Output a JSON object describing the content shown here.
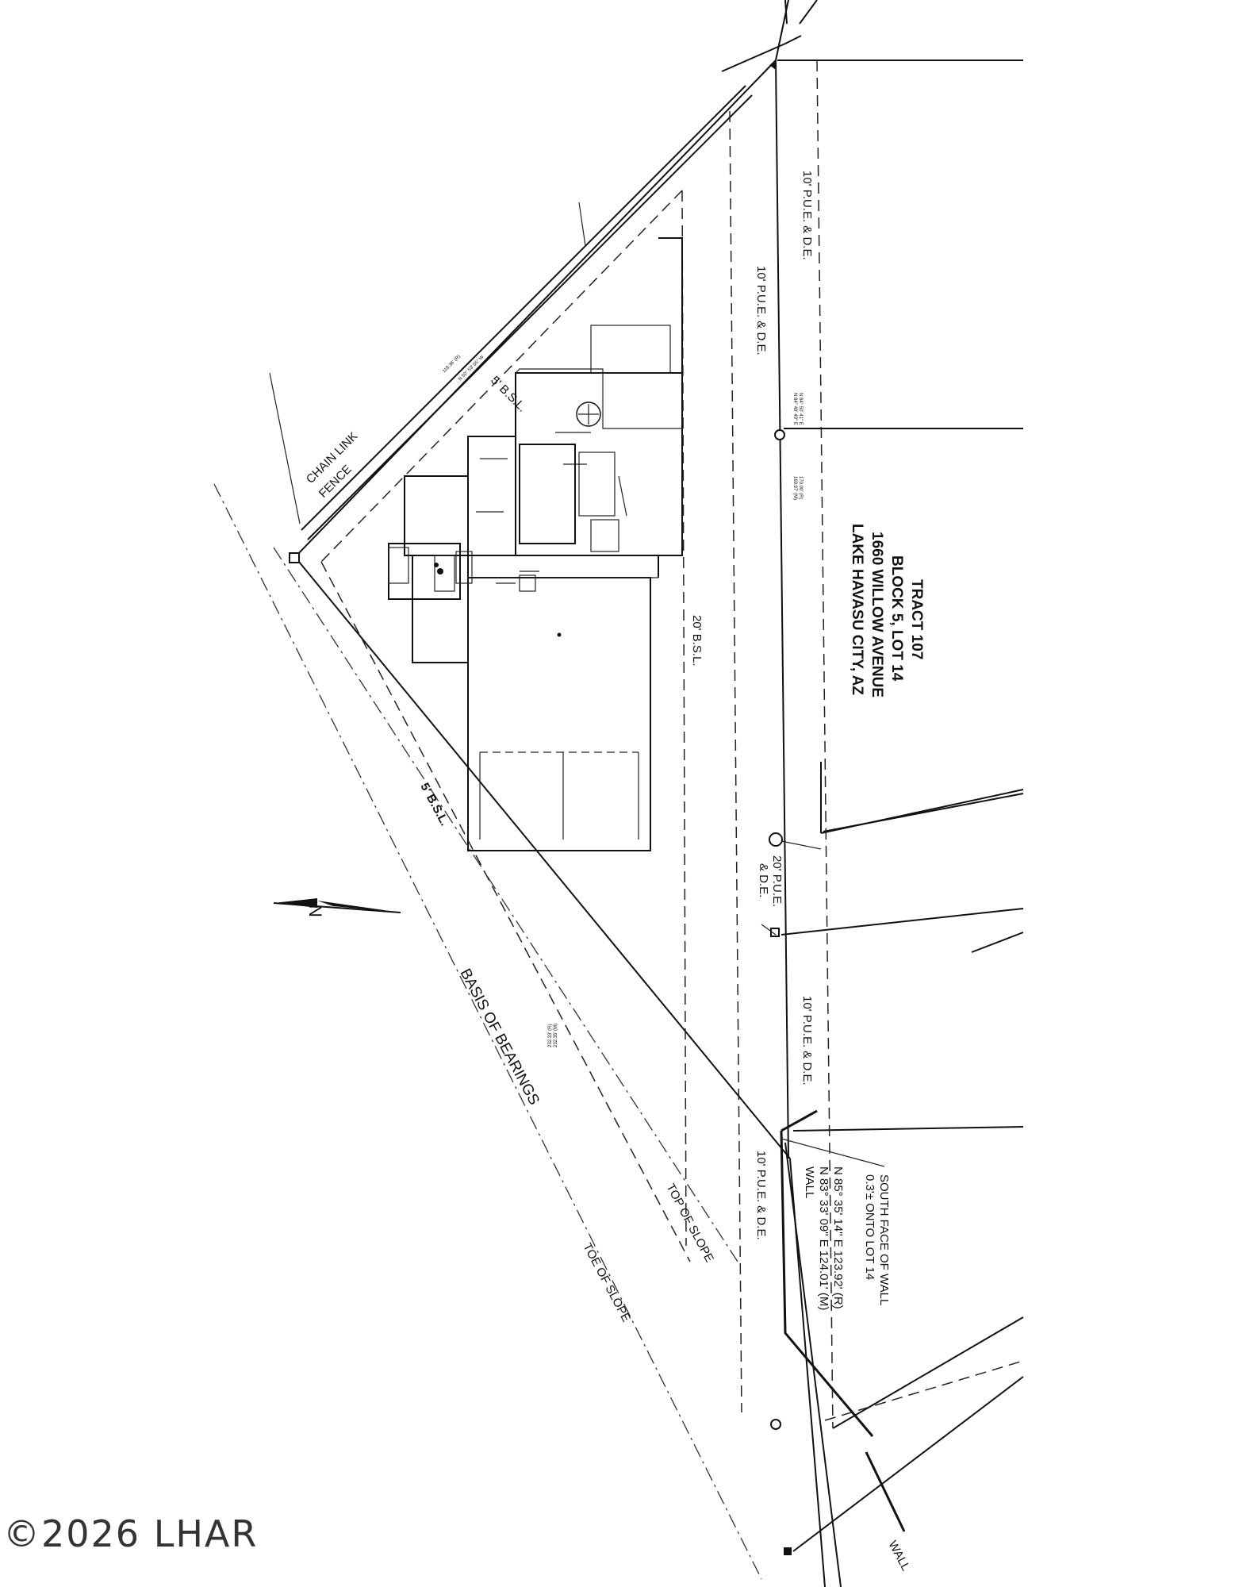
{
  "lot_info": {
    "tract": "TRACT 107",
    "block_lot": "BLOCK 5, LOT 14",
    "address": "1660 WILLOW AVENUE",
    "city": "LAKE HAVASU CITY, AZ"
  },
  "labels": {
    "pue_top_right": "10' P.U.E. & D.E.",
    "pue_top_left": "10' P.U.E. & D.E.",
    "pue_mid_right": "10' P.U.E. & D.E.",
    "pue_bottom_left": "10' P.U.E. & D.E.",
    "pue_20_line1": "20' P.U.E.",
    "pue_20_line2": "& D.E.",
    "bsl_20": "20' B.S.L.",
    "bsl_5_top": "5' B.S.L.",
    "bsl_5_left": "5' B.S.L.",
    "chain_link_line1": "CHAIN LINK",
    "chain_link_line2": "FENCE",
    "basis_of_bearings": "BASIS OF BEARINGS",
    "top_of_slope": "TOP OF SLOPE",
    "toe_of_slope": "TOE OF SLOPE",
    "wall_south_face_line1": "SOUTH FACE OF WALL",
    "wall_south_face_line2": "0.3'± ONTO LOT 14",
    "bearing_r": "N 85° 35' 14\" E  123.92' (R)",
    "bearing_m": "N 83° 33' 09\" E  124.01' (M)",
    "wall_label": "WALL",
    "wall_bottom": "WALL",
    "small_dim_1": "N 84° 50' 41\" E",
    "small_dim_2": "N 84° 49' 49\" E",
    "small_dim_3": "170.00' (R)",
    "small_dim_4": "169.97' (M)",
    "small_dim_5": "118.36' (R)",
    "small_dim_6": "N 50° 53' 05\" W",
    "small_dim_7": "232.33' (R)",
    "small_dim_8": "232.35' (M)"
  },
  "copyright": "©2026 LHAR"
}
